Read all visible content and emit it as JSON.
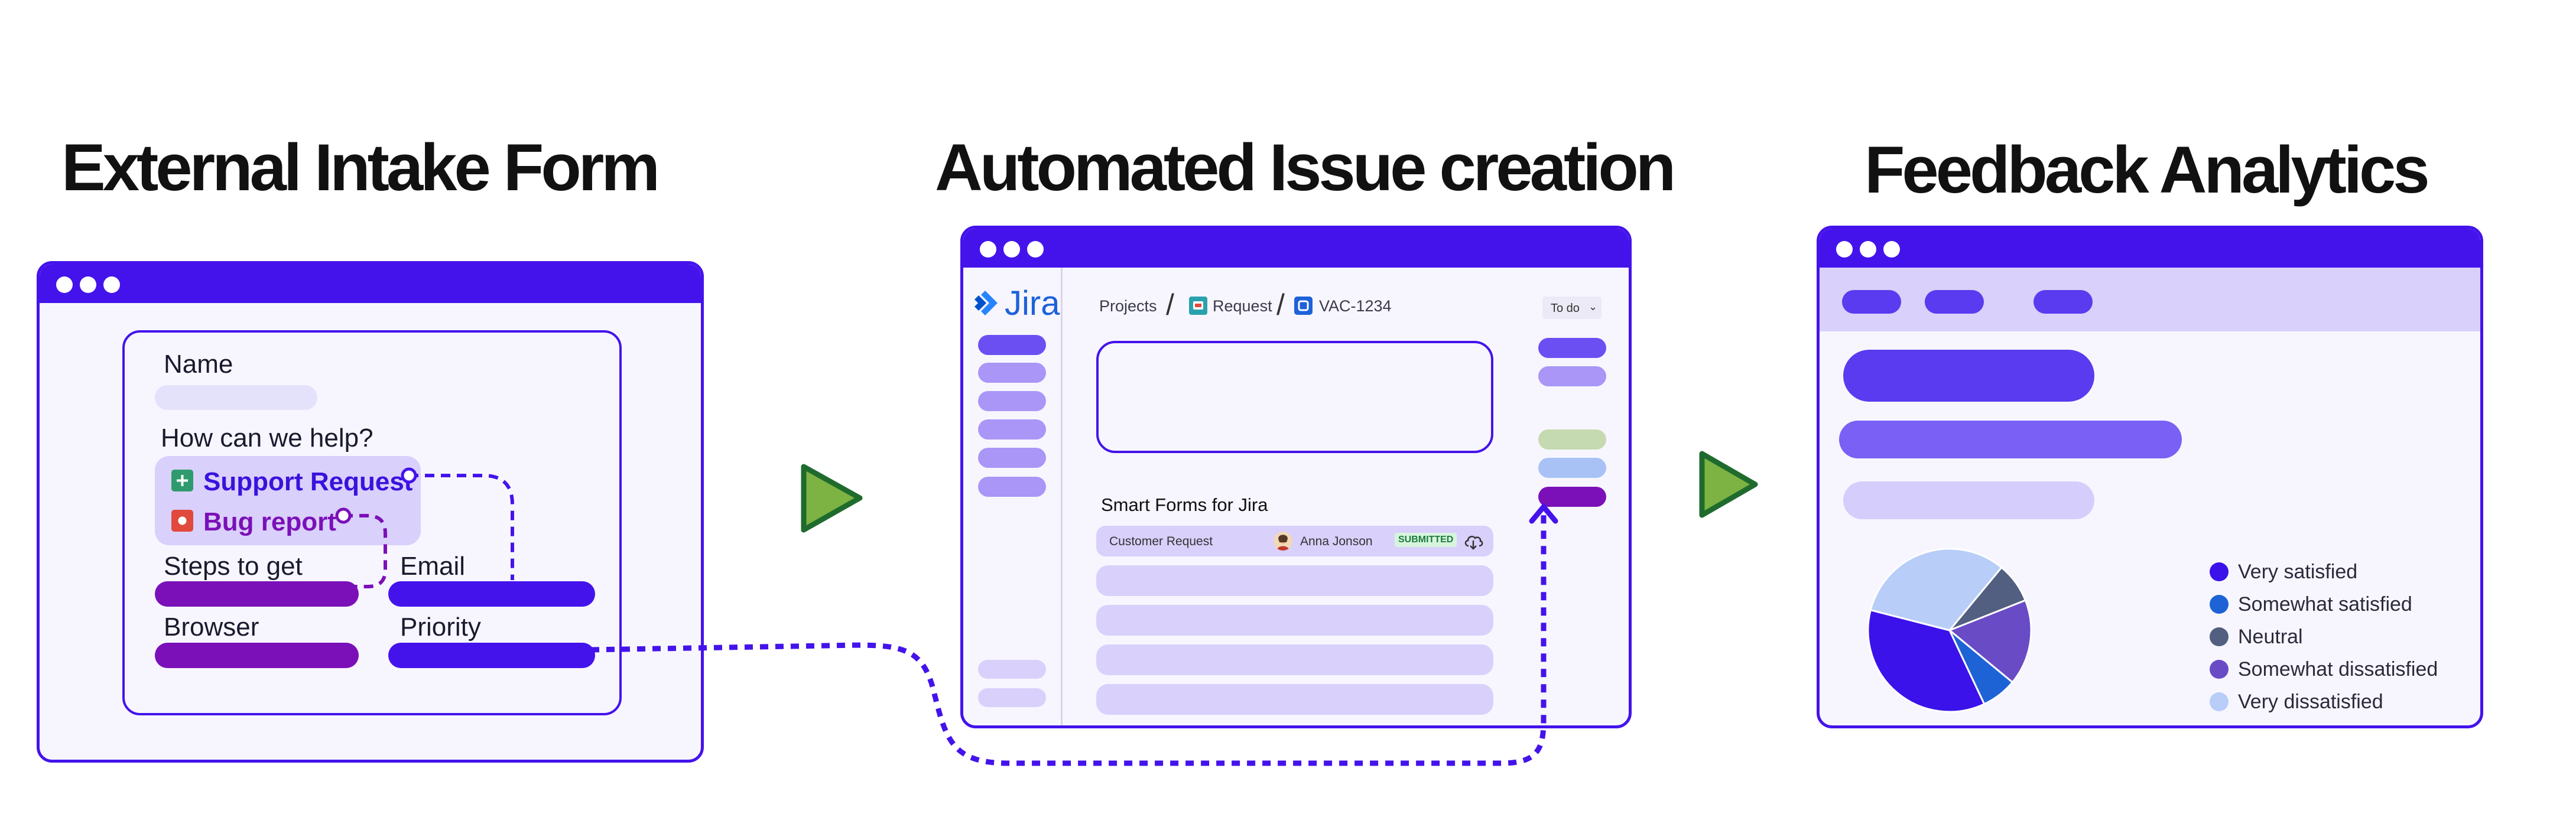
{
  "titles": {
    "left": "External Intake Form",
    "middle": "Automated Issue creation",
    "right": "Feedback Analytics"
  },
  "intake_form": {
    "name_label": "Name",
    "help_label": "How can we help?",
    "options": [
      "Support Request",
      "Bug report"
    ],
    "steps_label": "Steps to get",
    "email_label": "Email",
    "browser_label": "Browser",
    "priority_label": "Priority"
  },
  "jira": {
    "logo_text": "Jira",
    "breadcrumb": [
      "Projects",
      "Request",
      "VAC-1234"
    ],
    "status_button": "To do",
    "section_title": "Smart Forms for Jira",
    "row": {
      "type": "Customer Request",
      "user": "Anna Jonson",
      "badge": "SUBMITTED"
    }
  },
  "chart_data": {
    "type": "pie",
    "legend": [
      "Very satisfied",
      "Somewhat satisfied",
      "Neutral",
      "Somewhat dissatisfied",
      "Very dissatisfied"
    ],
    "series": [
      {
        "label": "Very satisfied",
        "value": 36,
        "color": "#3b12ea"
      },
      {
        "label": "Somewhat satisfied",
        "value": 7,
        "color": "#1e63d6"
      },
      {
        "label": "Neutral",
        "value": 8,
        "color": "#525f80"
      },
      {
        "label": "Somewhat dissatisfied",
        "value": 17,
        "color": "#6a4bc6"
      },
      {
        "label": "Very dissatisfied",
        "value": 32,
        "color": "#b8cdf8"
      }
    ],
    "legend_placement": "right"
  },
  "colors": {
    "brand": "#4413ec",
    "purple": "#7b10b8",
    "arrow_green": "#7cb342"
  }
}
